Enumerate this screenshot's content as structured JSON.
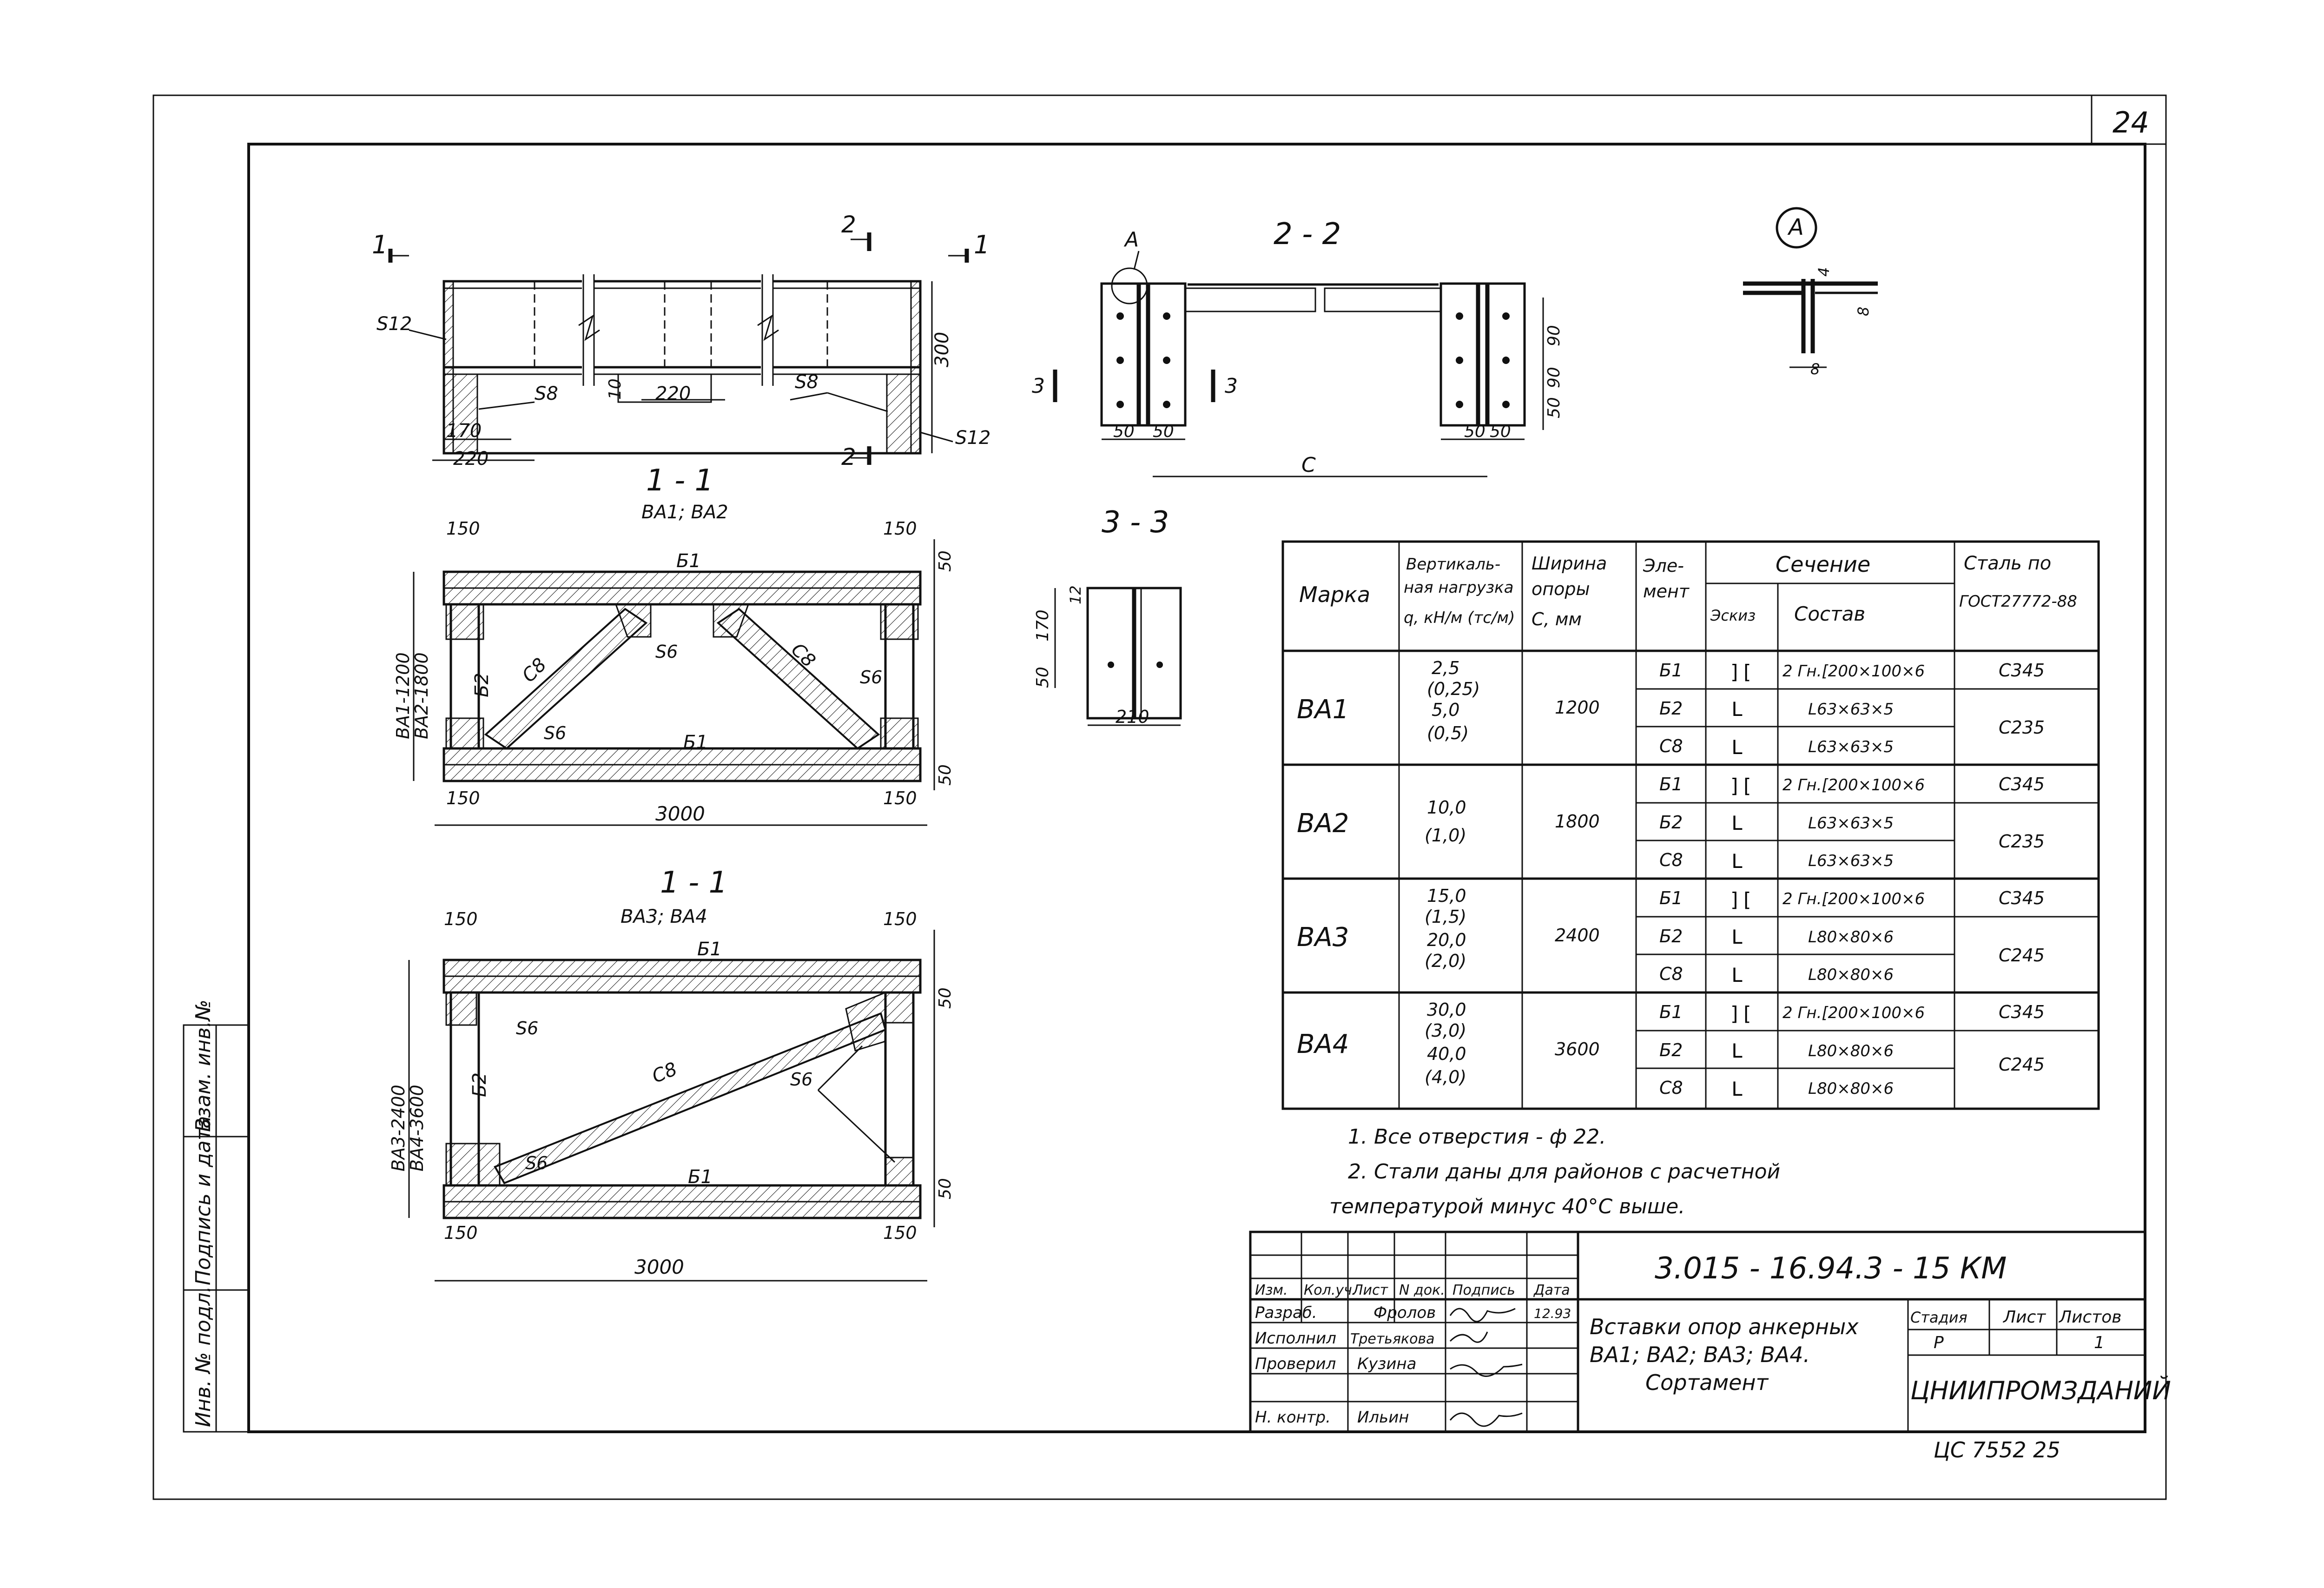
{
  "sheet_number": "24",
  "views": {
    "plan": {
      "cut_mark_1": "1",
      "cut_mark_2": "2",
      "label_s12": "S12",
      "label_s8a": "S8",
      "label_s8b": "S8",
      "label_s12b": "S12",
      "dim_300": "300",
      "dim_10": "10",
      "dim_220a": "220",
      "dim_170": "170",
      "dim_220b": "220"
    },
    "section_1_1_a": {
      "title": "1 - 1",
      "subtitle": "ВА1; ВА2",
      "dim_150_tl": "150",
      "dim_150_tr": "150",
      "dim_150_bl": "150",
      "dim_150_br": "150",
      "dim_50_t": "50",
      "dim_50_b": "50",
      "dim_height_1": "ВА1-1200",
      "dim_height_2": "ВА2-1800",
      "dim_width": "3000",
      "b1_top": "Б1",
      "b1_bottom": "Б1",
      "b2": "Б2",
      "c8_left": "С8",
      "c8_right": "С8",
      "s6_a": "S6",
      "s6_b": "S6",
      "s6_c": "S6"
    },
    "section_1_1_b": {
      "title": "1 - 1",
      "subtitle": "ВА3; ВА4",
      "dim_150_tl": "150",
      "dim_150_tr": "150",
      "dim_150_bl": "150",
      "dim_150_br": "150",
      "dim_50_t": "50",
      "dim_50_b": "50",
      "dim_height_1": "ВА3-2400",
      "dim_height_2": "ВА4-3600",
      "dim_width": "3000",
      "b1_top": "Б1",
      "b1_bottom": "Б1",
      "b2": "Б2",
      "c8": "С8",
      "s6_a": "S6",
      "s6_b": "S6",
      "s6_c": "S6"
    },
    "section_2_2": {
      "title": "2 - 2",
      "node_a": "А",
      "cut_3": "3",
      "dim_50a": "50",
      "dim_50b": "50",
      "dim_50c": "50",
      "dim_50d": "50",
      "dim_90a": "90",
      "dim_90b": "90",
      "dim_50e": "50",
      "dim_c": "С"
    },
    "section_3_3": {
      "title": "3 - 3",
      "dim_170": "170",
      "dim_12": "12",
      "dim_50": "50",
      "dim_210": "210"
    },
    "detail_a": {
      "label": "А",
      "dim_4": "4",
      "dim_8a": "8",
      "dim_8b": "8"
    }
  },
  "spec_table": {
    "headers": {
      "mark": "Марка",
      "load_l1": "Вертикаль-",
      "load_l2": "ная нагрузка",
      "load_l3": "q, кН/м (тс/м)",
      "width_l1": "Ширина",
      "width_l2": "опоры",
      "width_l3": "С, мм",
      "elem_l1": "Эле-",
      "elem_l2": "мент",
      "section": "Сечение",
      "sketch": "Эскиз",
      "composition": "Состав",
      "steel_l1": "Сталь по",
      "steel_l2": "ГОСТ27772-88"
    },
    "groups": [
      {
        "mark": "ВА1",
        "load": [
          "2,5",
          "(0,25)",
          "5,0",
          "(0,5)"
        ],
        "width": "1200",
        "rows": [
          {
            "elem": "Б1",
            "sketch": "][",
            "comp": "2 Гн.[200×100×6",
            "steel": "С345"
          },
          {
            "elem": "Б2",
            "sketch": "L",
            "comp": "L63×63×5",
            "steel": ""
          },
          {
            "elem": "С8",
            "sketch": "L",
            "comp": "L63×63×5",
            "steel": ""
          }
        ],
        "steel_merged": "С235"
      },
      {
        "mark": "ВА2",
        "load": [
          "10,0",
          "(1,0)"
        ],
        "width": "1800",
        "rows": [
          {
            "elem": "Б1",
            "sketch": "][",
            "comp": "2 Гн.[200×100×6",
            "steel": "С345"
          },
          {
            "elem": "Б2",
            "sketch": "L",
            "comp": "L63×63×5",
            "steel": ""
          },
          {
            "elem": "С8",
            "sketch": "L",
            "comp": "L63×63×5",
            "steel": ""
          }
        ],
        "steel_merged": "С235"
      },
      {
        "mark": "ВА3",
        "load": [
          "15,0",
          "(1,5)",
          "20,0",
          "(2,0)"
        ],
        "width": "2400",
        "rows": [
          {
            "elem": "Б1",
            "sketch": "][",
            "comp": "2 Гн.[200×100×6",
            "steel": "С345"
          },
          {
            "elem": "Б2",
            "sketch": "L",
            "comp": "L80×80×6",
            "steel": ""
          },
          {
            "elem": "С8",
            "sketch": "L",
            "comp": "L80×80×6",
            "steel": ""
          }
        ],
        "steel_merged": "С245"
      },
      {
        "mark": "ВА4",
        "load": [
          "30,0",
          "(3,0)",
          "40,0",
          "(4,0)"
        ],
        "width": "3600",
        "rows": [
          {
            "elem": "Б1",
            "sketch": "][",
            "comp": "2 Гн.[200×100×6",
            "steel": "С345"
          },
          {
            "elem": "Б2",
            "sketch": "L",
            "comp": "L80×80×6",
            "steel": ""
          },
          {
            "elem": "С8",
            "sketch": "L",
            "comp": "L80×80×6",
            "steel": ""
          }
        ],
        "steel_merged": "С245"
      }
    ]
  },
  "notes": [
    "1. Все отверстия - ф 22.",
    "2. Стали даны для районов с расчетной",
    "температурой минус 40°С выше."
  ],
  "title_block": {
    "code": "3.015 - 16.94.3 - 15 КМ",
    "col_headers": [
      "Изм.",
      "Кол.уч.",
      "Лист",
      "N док.",
      "Подпись",
      "Дата"
    ],
    "rows": [
      {
        "role": "Разраб.",
        "name": "Фролов",
        "date": "12.93"
      },
      {
        "role": "Исполнил",
        "name": "Третьякова",
        "date": ""
      },
      {
        "role": "Проверил",
        "name": "Кузина",
        "date": ""
      },
      {
        "role": "Н. контр.",
        "name": "Ильин",
        "date": ""
      }
    ],
    "title_l1": "Вставки опор анкерных",
    "title_l2": "ВА1; ВА2; ВА3; ВА4.",
    "title_l3": "Сортамент",
    "stage_label": "Стадия",
    "sheet_label": "Лист",
    "sheets_label": "Листов",
    "stage": "Р",
    "sheets": "1",
    "org": "ЦНИИПРОМЗДАНИЙ",
    "archive": "ЦС 7552  25"
  },
  "side_stamp": {
    "l1": "Инв. № подл.",
    "l2": "Подпись и дата",
    "l3": "Взам. инв.№"
  }
}
